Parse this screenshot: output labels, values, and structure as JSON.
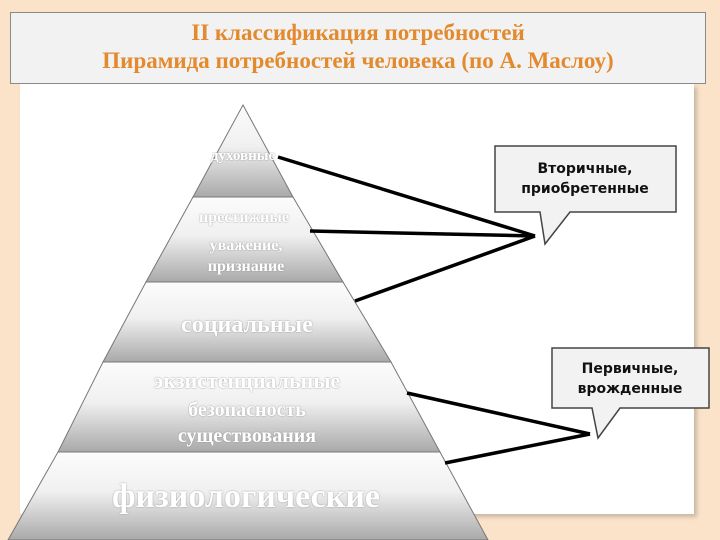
{
  "title": {
    "line1": "II классификация потребностей",
    "line2": "Пирамида потребностей человека (по А. Маслоу)"
  },
  "pyramid": {
    "levels": [
      {
        "lines": [
          "духовные"
        ]
      },
      {
        "lines": [
          "престижные",
          "уважение,",
          "признание"
        ]
      },
      {
        "lines": [
          "социальные"
        ]
      },
      {
        "lines": [
          "экзистенциальные",
          "безопасность",
          "существования"
        ]
      },
      {
        "lines": [
          "физиологические"
        ]
      }
    ]
  },
  "callouts": {
    "secondary": {
      "line1": "Вторичные,",
      "line2": "приобретенные"
    },
    "primary": {
      "line1": "Первичные,",
      "line2": "врожденные"
    }
  },
  "colors": {
    "title": "#e38a2e",
    "background": "#fbe3c9"
  }
}
